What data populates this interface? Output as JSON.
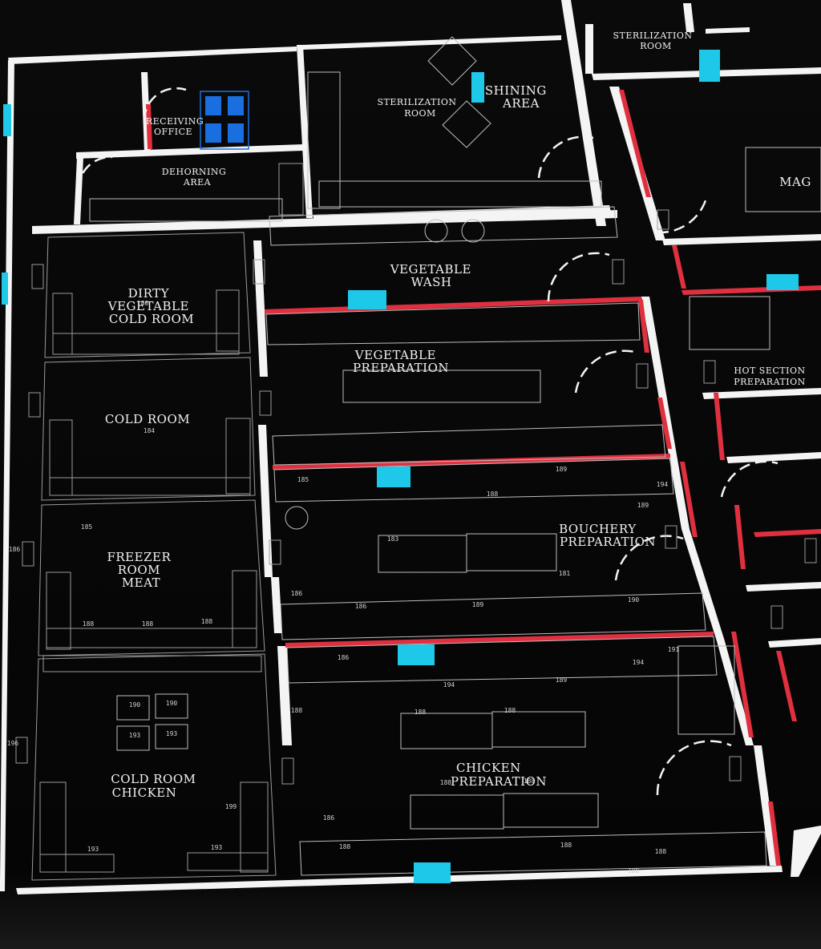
{
  "colors": {
    "background": "#050505",
    "wall": "#f4f4f4",
    "hygiene_wall": "#e03040",
    "opening": "#1ec8e8",
    "desk": "#1a6fe0",
    "equipment": "#bdbdbd"
  },
  "rooms": [
    {
      "key": "sterilization_room_top",
      "lines": [
        "STERILIZATION",
        "ROOM"
      ]
    },
    {
      "key": "receiving_office",
      "lines": [
        "RECEIVING",
        "OFFICE"
      ]
    },
    {
      "key": "sterilization_room",
      "lines": [
        "STERILIZATION",
        "ROOM"
      ]
    },
    {
      "key": "shining_area",
      "lines": [
        "SHINING",
        "AREA"
      ]
    },
    {
      "key": "dehorning_area",
      "lines": [
        "DEHORNING",
        "AREA"
      ]
    },
    {
      "key": "mag",
      "lines": [
        "MAG"
      ]
    },
    {
      "key": "dirty_vegetable_cold_room",
      "lines": [
        "DIRTY",
        "VEGETABLE",
        "COLD ROOM"
      ]
    },
    {
      "key": "vegetable_wash",
      "lines": [
        "VEGETABLE",
        "WASH"
      ]
    },
    {
      "key": "vegetable_preparation",
      "lines": [
        "VEGETABLE",
        "PREPARATION"
      ]
    },
    {
      "key": "hot_section_preparation",
      "lines": [
        "HOT SECTION",
        "PREPARATION"
      ]
    },
    {
      "key": "cold_room",
      "lines": [
        "COLD ROOM"
      ]
    },
    {
      "key": "freezer_room_meat",
      "lines": [
        "FREEZER",
        "ROOM",
        "MEAT"
      ]
    },
    {
      "key": "bouchery_preparation",
      "lines": [
        "BOUCHERY",
        "PREPARATION"
      ]
    },
    {
      "key": "chicken_preparation",
      "lines": [
        "CHICKEN",
        "PREPARATION"
      ]
    },
    {
      "key": "cold_room_chicken",
      "lines": [
        "COLD ROOM",
        "CHICKEN"
      ]
    }
  ],
  "equipment_tags": [
    "180",
    "181",
    "183",
    "184",
    "185",
    "186",
    "188",
    "189",
    "190",
    "191",
    "193",
    "194",
    "196",
    "199"
  ]
}
